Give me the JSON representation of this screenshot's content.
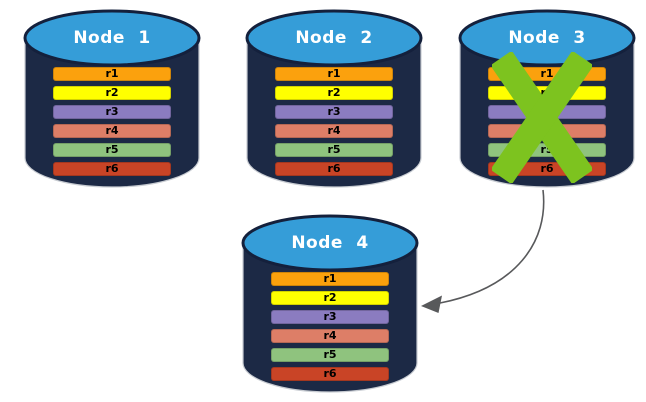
{
  "diagram": {
    "colors": {
      "body": "#1C2945",
      "top": "#359DD8",
      "top_stroke": "#14203C",
      "outline": "#C8CCD2",
      "fail_x": "#7DC31F",
      "arrow": "#58595B",
      "row_text": "#000000",
      "title_text": "#FFFFFF"
    },
    "rows": [
      {
        "label": "r1",
        "color": "#FBA10D"
      },
      {
        "label": "r2",
        "color": "#FFFF00"
      },
      {
        "label": "r3",
        "color": "#8B7CC0"
      },
      {
        "label": "r4",
        "color": "#DD7E67"
      },
      {
        "label": "r5",
        "color": "#8FC37E"
      },
      {
        "label": "r6",
        "color": "#C94426"
      }
    ],
    "nodes": [
      {
        "label": "Node 1",
        "failed": false
      },
      {
        "label": "Node 2",
        "failed": false
      },
      {
        "label": "Node 3",
        "failed": true
      },
      {
        "label": "Node 4",
        "failed": false
      }
    ],
    "arrow": {
      "from": "Node 3",
      "to": "Node 4"
    }
  }
}
